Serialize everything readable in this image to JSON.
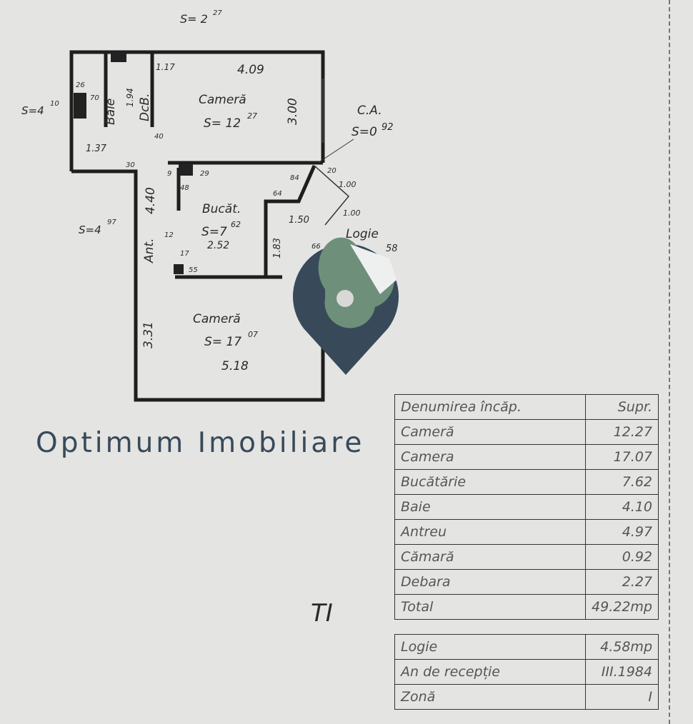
{
  "plan": {
    "rooms": {
      "camera1": {
        "name": "Cameră",
        "area": "S= 12",
        "area_sup": "27",
        "width": "4.09",
        "depth": "3.00"
      },
      "camera2": {
        "name": "Cameră",
        "area": "S= 17",
        "area_sup": "07",
        "width": "5.18",
        "depth": "3.31"
      },
      "bucatarie": {
        "name": "Bucăt.",
        "area": "S=7",
        "area_sup": "62",
        "width": "2.52",
        "dim1": "1.50",
        "dim2": "1.83"
      },
      "baie": {
        "name": "Baie",
        "area": "S=4",
        "area_sup": "10",
        "dim": "1.37"
      },
      "debara": {
        "name": "DcB.",
        "area": "S= 2",
        "area_sup": "27",
        "dim1": "1.17",
        "dim2": "1.94"
      },
      "antreu": {
        "name": "Ant.",
        "area": "S=4",
        "area_sup": "97",
        "dim": "4.40"
      },
      "camara": {
        "name": "C.A.",
        "area": "S=0",
        "area_sup": "92"
      },
      "logie": {
        "name": "Logie",
        "area": "58",
        "dim1": "1.00",
        "dim2": "1.00"
      }
    },
    "small_dims": [
      "30",
      "40",
      "26",
      "70",
      "48",
      "29",
      "9",
      "17",
      "55",
      "12",
      "64",
      "84",
      "20",
      "66"
    ]
  },
  "watermark": {
    "brand": "Optimum Imobiliare",
    "colors": {
      "dark": "#384a5a",
      "green": "#6e8f7a",
      "light": "#eef0f0"
    }
  },
  "table": {
    "header": {
      "name": "Denumirea încăp.",
      "area": "Supr."
    },
    "rows": [
      {
        "name": "Cameră",
        "area": "12.27"
      },
      {
        "name": "Camera",
        "area": "17.07"
      },
      {
        "name": "Bucătărie",
        "area": "7.62"
      },
      {
        "name": "Baie",
        "area": "4.10"
      },
      {
        "name": "Antreu",
        "area": "4.97"
      },
      {
        "name": "Cămară",
        "area": "0.92"
      },
      {
        "name": "Debara",
        "area": "2.27"
      },
      {
        "name": "Total",
        "area": "49.22mp"
      }
    ],
    "extra": [
      {
        "name": "Logie",
        "area": "4.58mp"
      },
      {
        "name": "An de recepție",
        "area": "III.1984"
      },
      {
        "name": "Zonă",
        "area": "I"
      }
    ]
  },
  "signature": "TI"
}
